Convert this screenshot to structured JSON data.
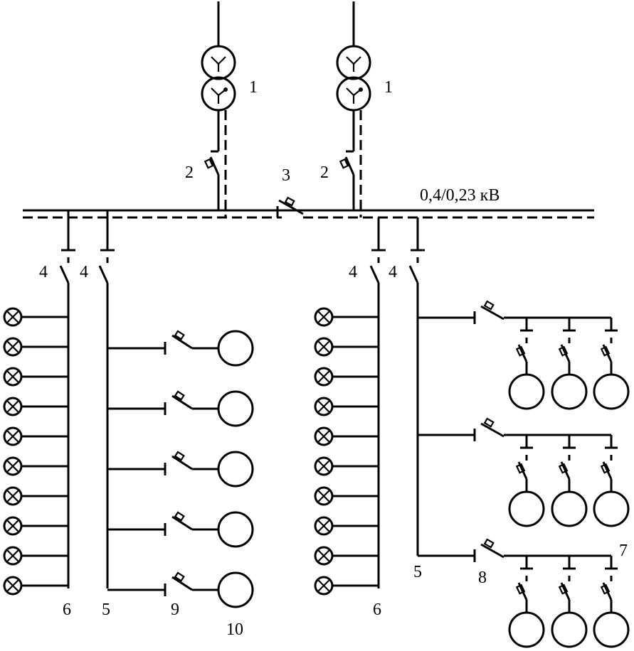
{
  "voltage_label": "0,4/0,23 кВ",
  "labels": {
    "transformer": "1",
    "incoming_breaker": "2",
    "sectional_breaker": "3",
    "feeder_breaker": "4",
    "power_line": "5",
    "lighting_line": "6",
    "distribution_bus": "7",
    "group_breaker": "8",
    "motor_breaker": "9",
    "motor": "10"
  }
}
